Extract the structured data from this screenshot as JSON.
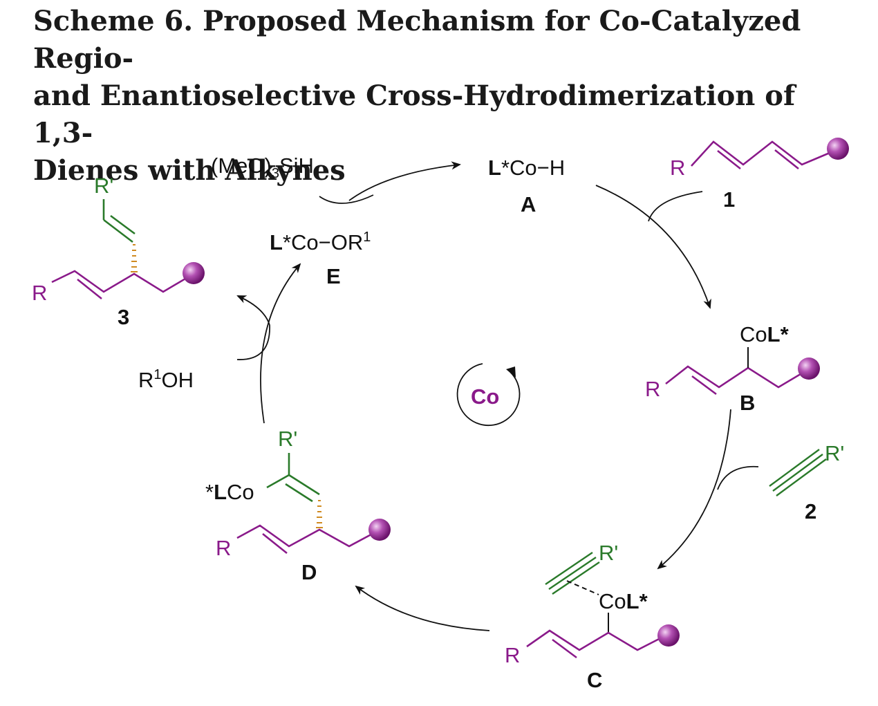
{
  "title": "Scheme 6. Proposed Mechanism for Co-Catalyzed Regio- and Enantioselective Cross-Hydrodimerization of 1,3-Dienes with Alkynes",
  "title_lines": [
    "Scheme 6. Proposed Mechanism for Co-Catalyzed Regio-",
    "and Enantioselective Cross-Hydrodimerization of 1,3-",
    "Dienes with Alkynes"
  ],
  "catalyst": {
    "center": "Co"
  },
  "species": {
    "A": {
      "label": "A",
      "formula_pre": "L",
      "formula_post": "*Co−H"
    },
    "B": {
      "label": "B",
      "metal_text": "Co",
      "ligand_text": "L*",
      "R": "R"
    },
    "C": {
      "label": "C",
      "metal_text": "Co",
      "ligand_text": "L*",
      "R": "R",
      "Rp": "R'"
    },
    "D": {
      "label": "D",
      "metal_pre": "*",
      "metal_bold": "L",
      "metal_post": "Co",
      "R": "R",
      "Rp": "R'"
    },
    "E": {
      "label": "E",
      "formula_pre": "L",
      "formula_post": "*Co−OR",
      "sup": "1"
    }
  },
  "reagents": {
    "diene": {
      "label": "1",
      "R": "R"
    },
    "alkyne": {
      "label": "2",
      "Rp": "R'"
    },
    "silane": {
      "pre": "(MeO)",
      "sub": "3",
      "post": "SiH"
    },
    "alcohol": {
      "pre": "R",
      "sup": "1",
      "post": "OH"
    }
  },
  "product": {
    "label": "3",
    "R": "R",
    "Rp": "R'"
  },
  "colors": {
    "diene": "#8a1a8a",
    "alkyne": "#2a7a2a",
    "stereo": "#d08a20",
    "ball": "#9a2a9a"
  }
}
